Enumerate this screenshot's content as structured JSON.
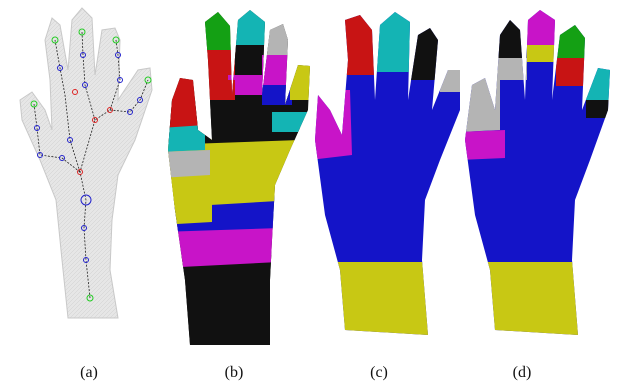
{
  "figure": {
    "panels": [
      {
        "caption": "(a)",
        "style": "skeleton-wireframe"
      },
      {
        "caption": "(b)",
        "style": "colored-segments-multi"
      },
      {
        "caption": "(c)",
        "style": "colored-segments-fingers"
      },
      {
        "caption": "(d)",
        "style": "colored-segments-phalanges"
      }
    ],
    "colors": {
      "mesh": "#e3e3e3",
      "mesh_edge": "#bdbdbd",
      "joint_blue": "#2222cc",
      "joint_red": "#dd2222",
      "joint_green": "#22cc22",
      "blue": "#1414c8",
      "yellow": "#c8c814",
      "black": "#111111",
      "magenta": "#c814c8",
      "red": "#c81414",
      "cyan": "#14b4b4",
      "green": "#14a014",
      "gray": "#b4b4b4"
    }
  }
}
